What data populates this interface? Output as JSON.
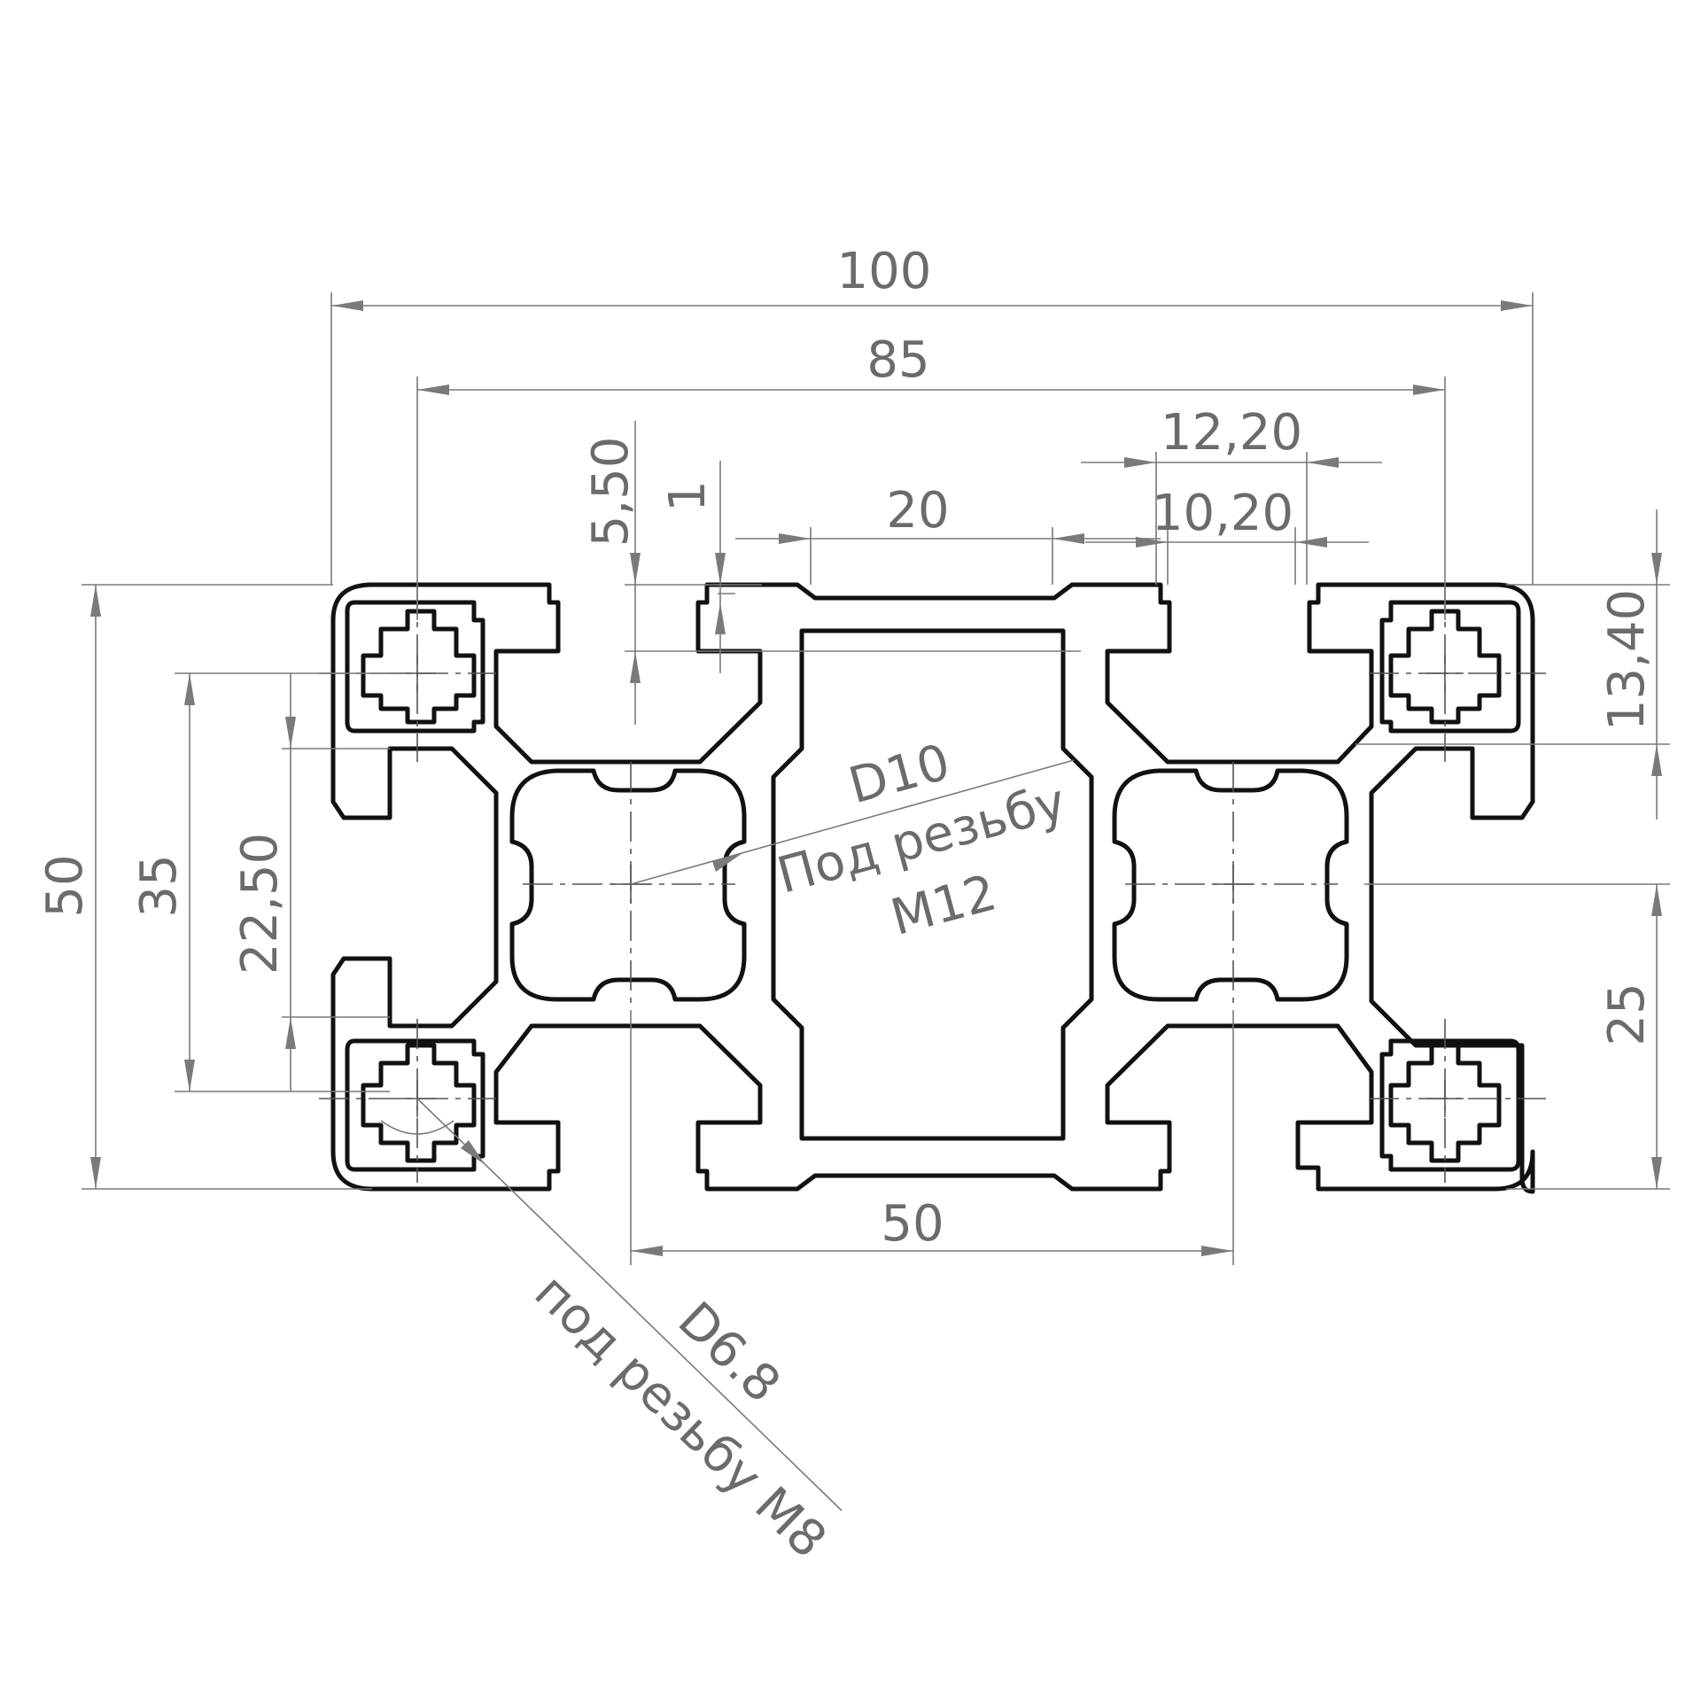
{
  "colors": {
    "outline": "#111111",
    "dimension": "#7a7a7a",
    "text": "#6b6b6b",
    "background": "#ffffff"
  },
  "dimensions": {
    "width_total": "100",
    "width_slots": "85",
    "slot_spacing_center": "50",
    "slot_opening_center": "20",
    "slot_width_outer": "12,20",
    "slot_width_inner": "10,20",
    "slot_depth": "5,50",
    "lip_thickness": "1",
    "height_total": "50",
    "height_slots": "35",
    "slot_offset": "22,50",
    "height_half": "25",
    "corner_offset": "13,40"
  },
  "callouts": {
    "center_hole": {
      "diameter": "D10",
      "line1": "Под резьбу",
      "line2": "M12"
    },
    "corner_hole": {
      "diameter": "D6.8",
      "line": "под резьбу M8"
    }
  }
}
